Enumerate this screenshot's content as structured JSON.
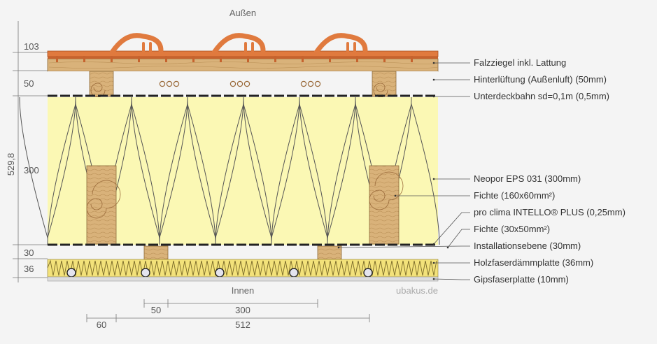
{
  "sides": {
    "outside": "Außen",
    "inside": "Innen"
  },
  "watermark": "ubakus.de",
  "total_thickness": "529,8",
  "layer_thickness": [
    "103",
    "50",
    "300",
    "30",
    "36"
  ],
  "layers": [
    {
      "id": "tiles",
      "label": "Falzziegel inkl. Lattung"
    },
    {
      "id": "ventilation",
      "label": "Hinterlüftung (Außenluft) (50mm)"
    },
    {
      "id": "underlay",
      "label": "Unterdeckbahn sd=0,1m (0,5mm)"
    },
    {
      "id": "insulation",
      "label": "Neopor EPS 031 (300mm)"
    },
    {
      "id": "rafter",
      "label": "Fichte (160x60mm²)"
    },
    {
      "id": "vapor",
      "label": "pro clima INTELLO® PLUS (0,25mm)"
    },
    {
      "id": "batten",
      "label": "Fichte (30x50mm²)"
    },
    {
      "id": "installation",
      "label": "Installationsebene (30mm)"
    },
    {
      "id": "woodfiber",
      "label": "Holzfaserdämmplatte (36mm)"
    },
    {
      "id": "gypsum",
      "label": "Gipsfaserplatte (10mm)"
    }
  ],
  "dimensions": {
    "batten_width": "50",
    "batten_spacing": "300",
    "rafter_width": "60",
    "rafter_spacing": "512"
  },
  "colors": {
    "tile": "#e07a3e",
    "wood": "#d8b078",
    "insulation": "#fbf8b4",
    "woodfiber": "#f3e27a",
    "background": "#f4f4f4"
  }
}
